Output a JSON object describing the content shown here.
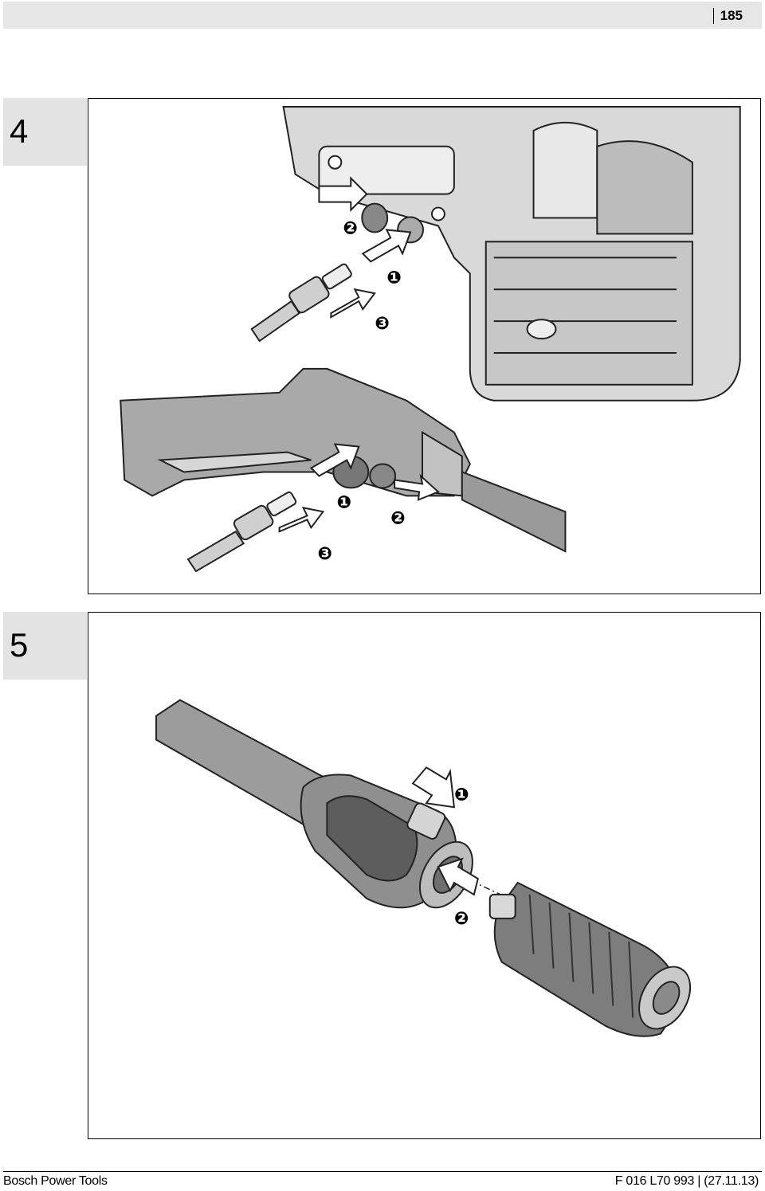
{
  "header": {
    "page_number": "185"
  },
  "figures": [
    {
      "number": "4",
      "callouts": [
        "❶",
        "❷",
        "❸",
        "❶",
        "❷",
        "❸"
      ]
    },
    {
      "number": "5",
      "callouts": [
        "❶",
        "❷"
      ]
    }
  ],
  "footer": {
    "left": "Bosch Power Tools",
    "right": "F 016 L70 993 | (27.11.13)"
  }
}
